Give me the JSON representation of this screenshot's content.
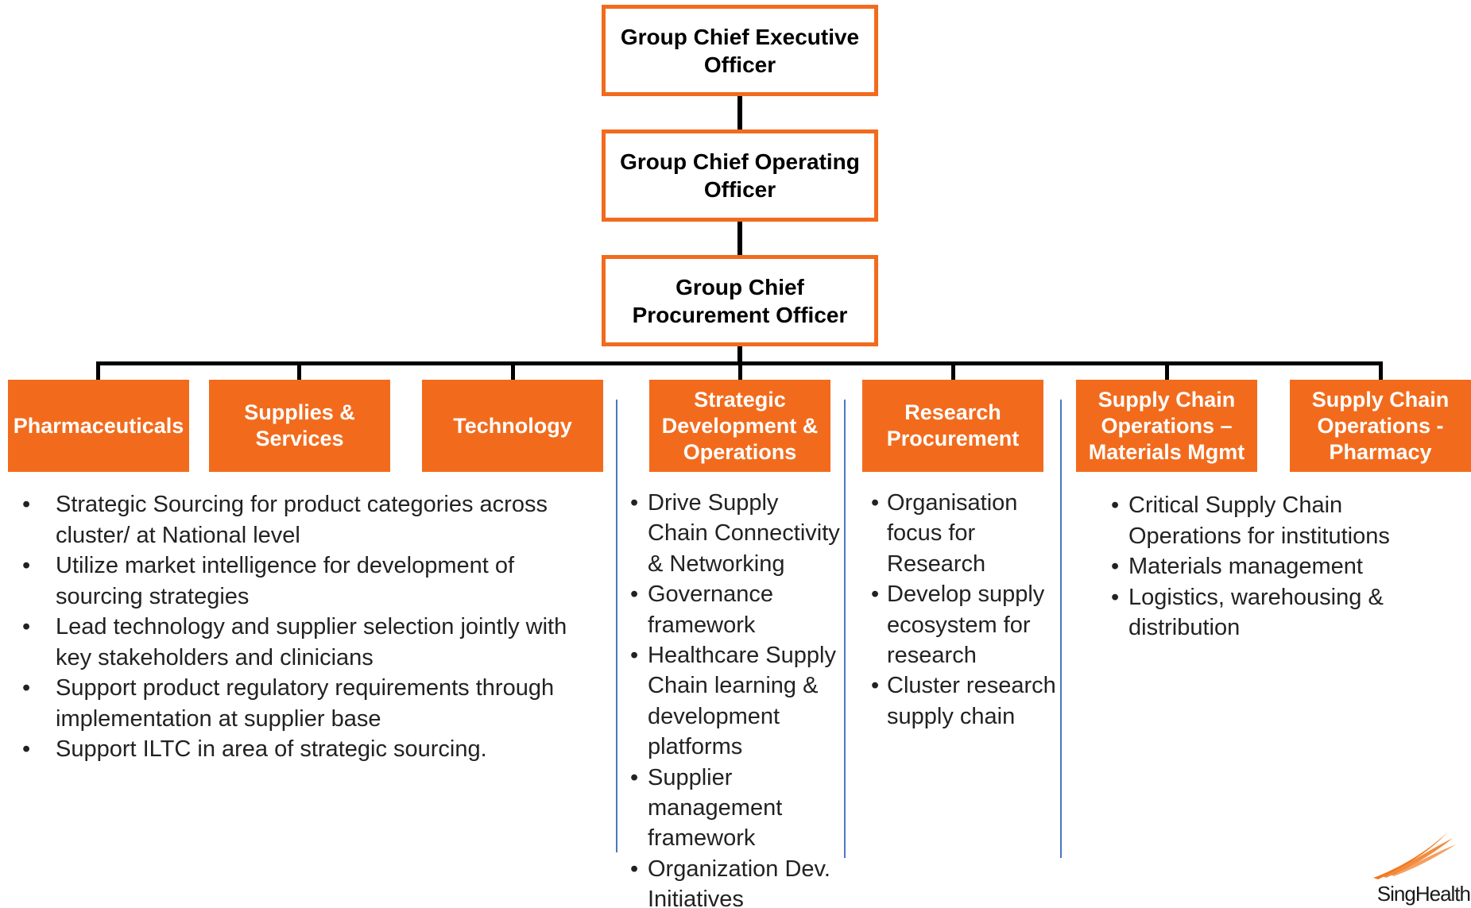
{
  "org_chart": {
    "top_boxes": [
      {
        "label": "Group Chief Executive Officer"
      },
      {
        "label": "Group Chief Operating Officer"
      },
      {
        "label": "Group Chief Procurement Officer"
      }
    ],
    "departments": [
      {
        "label": "Pharmaceuticals"
      },
      {
        "label": "Supplies & Services"
      },
      {
        "label": "Technology"
      },
      {
        "label": "Strategic Development & Operations"
      },
      {
        "label": "Research Procurement"
      },
      {
        "label": "Supply Chain Operations – Materials Mgmt"
      },
      {
        "label": "Supply Chain Operations - Pharmacy"
      }
    ],
    "bullet_groups": [
      {
        "items": [
          "Strategic Sourcing  for product categories across cluster/ at National level",
          "Utilize market intelligence for development of sourcing strategies",
          "Lead technology and supplier selection jointly with key stakeholders and clinicians",
          "Support product regulatory requirements through implementation at supplier base",
          "Support ILTC  in area of strategic sourcing."
        ]
      },
      {
        "items": [
          "Drive Supply Chain Connectivity & Networking",
          "Governance framework",
          "Healthcare Supply Chain learning & development platforms",
          "Supplier management framework",
          "Organization Dev. Initiatives"
        ]
      },
      {
        "items": [
          "Organisation focus  for Research",
          "Develop supply ecosystem for research",
          "Cluster research supply chain"
        ]
      },
      {
        "items": [
          "Critical Supply Chain Operations for institutions",
          "Materials management",
          "Logistics,   warehousing & distribution"
        ]
      }
    ]
  },
  "logo": {
    "text": "SingHealth"
  },
  "colors": {
    "accent_orange": "#f26b1d",
    "connector": "#000000",
    "separator_blue": "#4a78c2",
    "logo_orange": "#f0781e"
  }
}
